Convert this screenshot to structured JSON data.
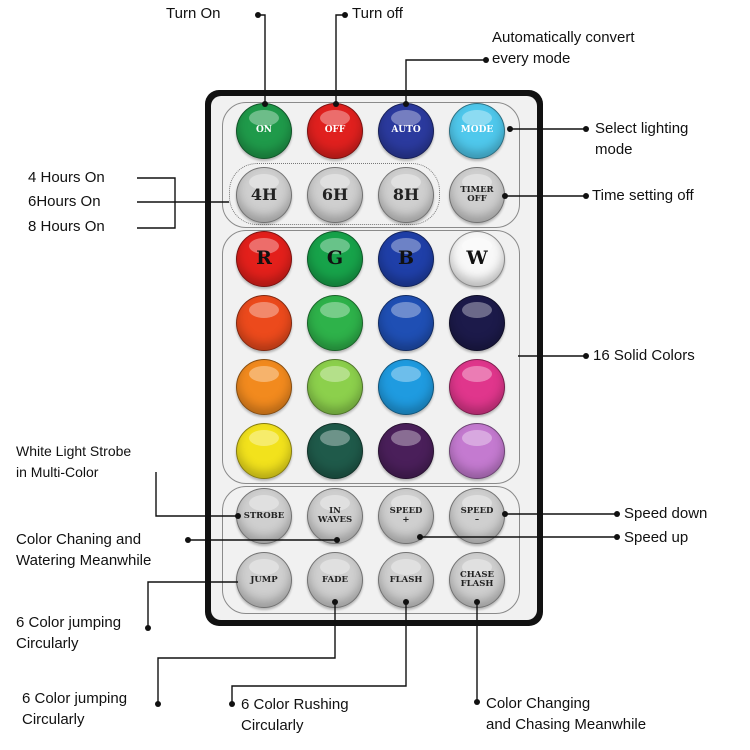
{
  "buttons": {
    "on": "ON",
    "off": "OFF",
    "auto": "AUTO",
    "mode": "MODE",
    "h4": "4H",
    "h6": "6H",
    "h8": "8H",
    "timer_off": "TIMER\nOFF",
    "r": "R",
    "g": "G",
    "b": "B",
    "w": "W",
    "strobe": "STROBE",
    "in_waves": "IN\nWAVES",
    "speed_plus": "SPEED\n+",
    "speed_minus": "SPEED\n–",
    "jump": "JUMP",
    "fade": "FADE",
    "flash": "FLASH",
    "chase_flash": "CHASE\nFLASH"
  },
  "colors": {
    "on": "#1f9a4a",
    "off": "#e0201e",
    "auto": "#2b3a9e",
    "mode": "#4fc8ec",
    "gray_button": "#cfcfcf",
    "r": "#e3201b",
    "g": "#17a34a",
    "b": "#1f3fa8",
    "w": "#f8f8f8",
    "row2": [
      "#ec4a1c",
      "#2eb24a",
      "#1f4fb4",
      "#1c1a4a"
    ],
    "row3": [
      "#f28a1e",
      "#8cd04c",
      "#1f9be0",
      "#e0368c"
    ],
    "row4": [
      "#f2e21c",
      "#1f5a4a",
      "#4a1f5a",
      "#c47ad0"
    ]
  },
  "annotations": {
    "turn_on": "Turn On",
    "turn_off": "Turn off",
    "auto_convert": "Automatically convert\nevery mode",
    "select_mode": "Select lighting\nmode",
    "hours_4": "4 Hours On",
    "hours_6": "6Hours On",
    "hours_8": "8 Hours On",
    "time_off": "Time setting off",
    "solid_colors": "16 Solid Colors",
    "strobe": "White Light Strobe\n in Multi-Color",
    "waves": "Color Chaning and\nWatering Meanwhile",
    "speed_down": "Speed down",
    "speed_up": "Speed up",
    "jump": "6 Color jumping\nCircularly",
    "fade": "6 Color jumping\nCircularly",
    "flash": "6 Color Rushing\nCircularly",
    "chase": "Color Changing\nand Chasing Meanwhile"
  }
}
